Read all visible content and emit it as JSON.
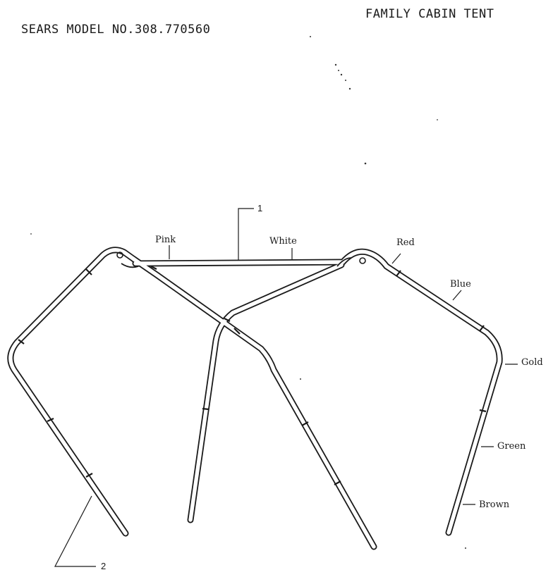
{
  "header": {
    "model": "SEARS  MODEL NO.308.770560",
    "title": "FAMILY CABIN TENT"
  },
  "diagram": {
    "callouts": [
      "1",
      "2"
    ],
    "pole_colors": [
      {
        "name": "Pink"
      },
      {
        "name": "White"
      },
      {
        "name": "Red"
      },
      {
        "name": "Blue"
      },
      {
        "name": "Gold"
      },
      {
        "name": "Green"
      },
      {
        "name": "Brown"
      }
    ]
  }
}
